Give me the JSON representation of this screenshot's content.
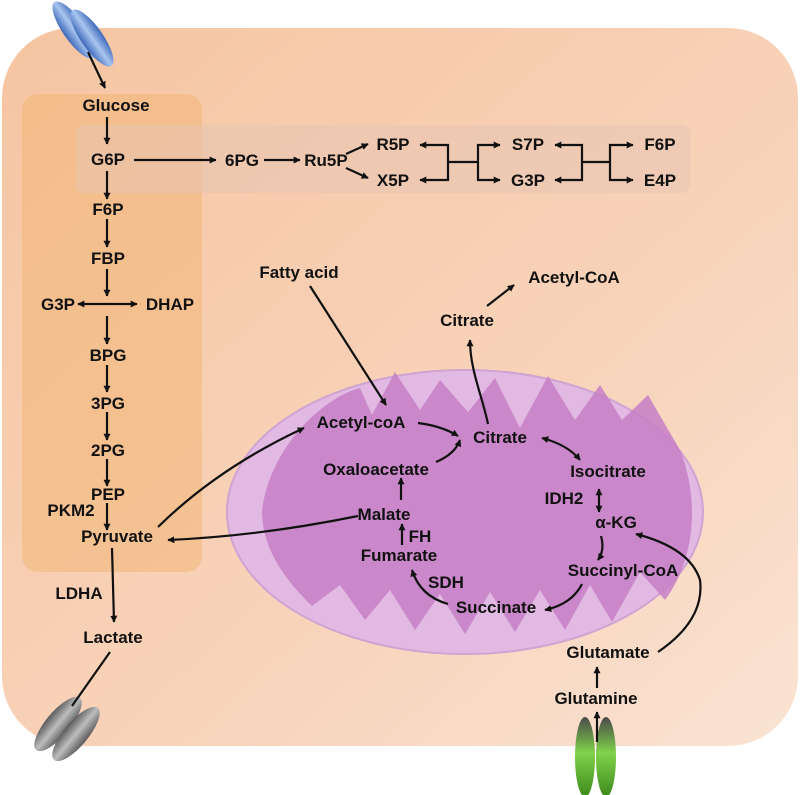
{
  "glycolysis": {
    "glucose": "Glucose",
    "g6p": "G6P",
    "f6p": "F6P",
    "fbp": "FBP",
    "g3p": "G3P",
    "dhap": "DHAP",
    "bpg": "BPG",
    "pg3": "3PG",
    "pg2": "2PG",
    "pep": "PEP",
    "pkm2": "PKM2",
    "pyruvate": "Pyruvate",
    "ldha": "LDHA",
    "lactate": "Lactate"
  },
  "pentose_phosphate": {
    "pg6": "6PG",
    "ru5p": "Ru5P",
    "r5p": "R5P",
    "x5p": "X5P",
    "s7p": "S7P",
    "g3p": "G3P",
    "f6p": "F6P",
    "e4p": "E4P"
  },
  "lipid": {
    "fatty_acid": "Fatty acid",
    "citrate_cyto": "Citrate",
    "acetyl_coa_cyto": "Acetyl-CoA"
  },
  "tca": {
    "acetyl_coa": "Acetyl-coA",
    "citrate": "Citrate",
    "isocitrate": "Isocitrate",
    "idh2": "IDH2",
    "akg": "α-KG",
    "succinyl_coa": "Succinyl-CoA",
    "succinate": "Succinate",
    "sdh": "SDH",
    "fumarate": "Fumarate",
    "fh": "FH",
    "malate": "Malate",
    "oxaloacetate": "Oxaloacetate"
  },
  "glutamine": {
    "glutamate": "Glutamate",
    "glutamine": "Glutamine"
  },
  "transporters": [
    {
      "name": "glucose-transporter",
      "color": "#5b8bd6"
    },
    {
      "name": "lactate-transporter",
      "color": "#8a8a8a"
    },
    {
      "name": "glutamine-transporter",
      "color": "#5fb833"
    }
  ]
}
